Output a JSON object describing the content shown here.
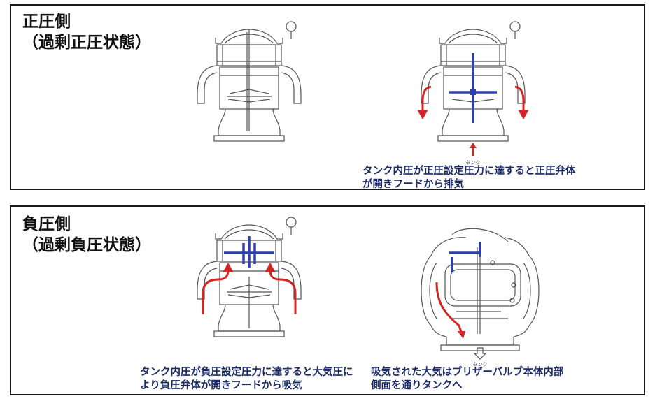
{
  "positive": {
    "title_line1": "正圧側",
    "title_line2": "（過剰正圧状態）",
    "tank_label": "タンク",
    "caption_line1": "タンク内圧が正圧設定圧力に達すると正圧弁体",
    "caption_line2": "が開きフードから排気"
  },
  "negative": {
    "title_line1": "負圧側",
    "title_line2": "（過剰負圧状態）",
    "caption1_line1": "タンク内圧が負圧設定圧力に達すると大気圧に",
    "caption1_line2": "より負圧弁体が開きフードから吸気",
    "tank_label": "タンク",
    "caption2_line1": "吸気された大気はブリザーバルブ本体内部",
    "caption2_line2": "側面を通りタンクへ"
  },
  "colors": {
    "valve_blue": "#2f3fa8",
    "arrow_red": "#d42424",
    "line_gray": "#555555",
    "caption_navy": "#1a2a66"
  }
}
